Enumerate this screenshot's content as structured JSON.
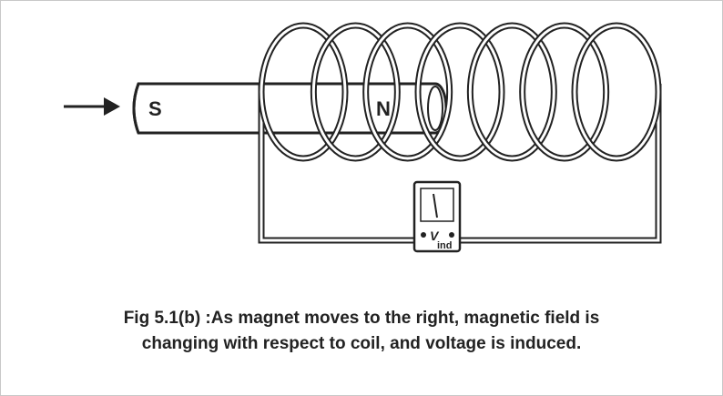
{
  "diagram": {
    "magnet": {
      "south_label": "S",
      "north_label": "N"
    },
    "meter": {
      "label_main": "V",
      "label_sub": "ind"
    },
    "coil_turns": 7
  },
  "caption": {
    "line1": "Fig 5.1(b) :As magnet moves to the right, magnetic field is",
    "line2": "changing with respect to coil, and voltage is induced."
  },
  "colors": {
    "stroke": "#222222",
    "background": "#ffffff",
    "border": "#c8c8c8"
  }
}
